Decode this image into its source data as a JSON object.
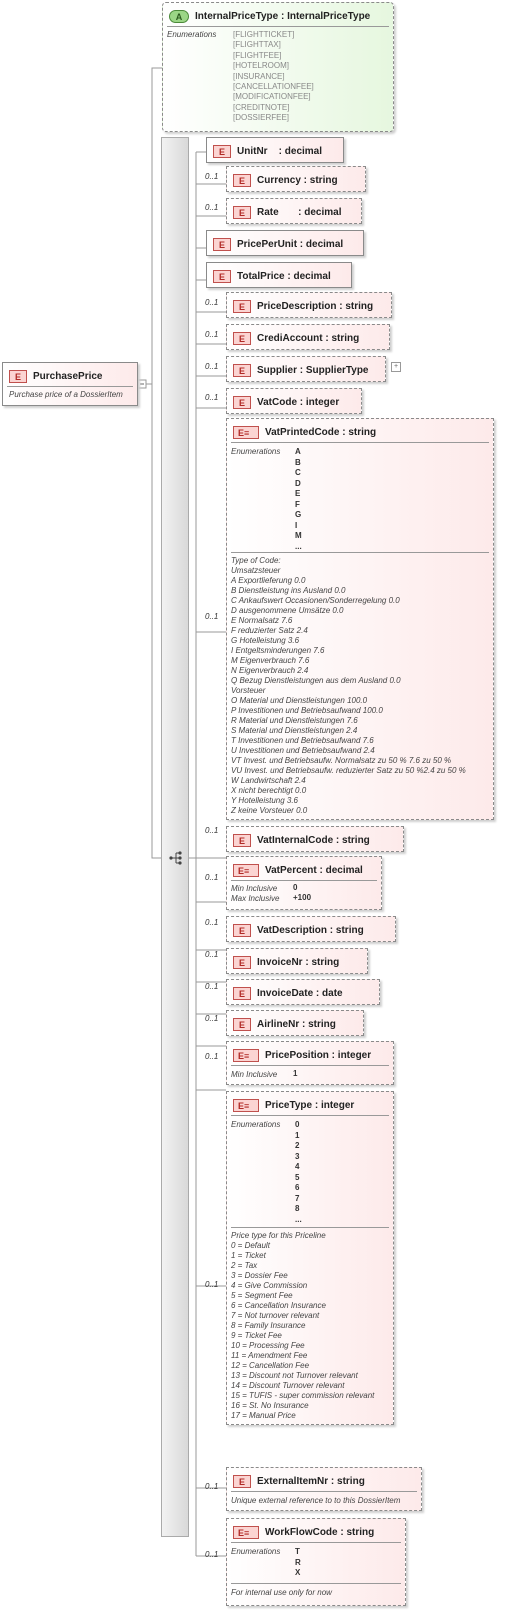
{
  "root": {
    "badge": "E",
    "name": "PurchasePrice",
    "doc": "Purchase price of a DossierItem"
  },
  "attribute": {
    "badge": "A",
    "name": "InternalPriceType : InternalPriceType",
    "enum_label": "Enumerations",
    "values": [
      "[FLIGHTTICKET]",
      "[FLIGHTTAX]",
      "[FLIGHTFEE]",
      "[HOTELROOM]",
      "[INSURANCE]",
      "[CANCELLATIONFEE]",
      "[MODIFICATIONFEE]",
      "[CREDITNOTE]",
      "[DOSSIERFEE]"
    ]
  },
  "occ": "0..1",
  "enum_label": "Enumerations",
  "min_inclusive": "Min Inclusive",
  "max_inclusive": "Max Inclusive",
  "el": {
    "unitnr": "UnitNr    : decimal",
    "currency": "Currency : string",
    "rate": "Rate       : decimal",
    "priceperunit": "PricePerUnit : decimal",
    "totalprice": "TotalPrice : decimal",
    "pricedescription": "PriceDescription : string",
    "crediaccount": "CrediAccount : string",
    "supplier": "Supplier : SupplierType",
    "vatcode": "VatCode : integer",
    "vatprintedcode": "VatPrintedCode : string",
    "vatinternalcode": "VatInternalCode : string",
    "vatpercent": "VatPercent : decimal",
    "vatdescription": "VatDescription : string",
    "invoicenr": "InvoiceNr : string",
    "invoicedate": "InvoiceDate : date",
    "airlinenr": "AirlineNr : string",
    "priceposition": "PricePosition : integer",
    "pricetype": "PriceType : integer",
    "externalitemnr": "ExternalItemNr : string",
    "workflowcode": "WorkFlowCode : string"
  },
  "vatprinted": {
    "values": [
      "A",
      "B",
      "C",
      "D",
      "E",
      "F",
      "G",
      "I",
      "M",
      "..."
    ],
    "doc": [
      "Type of Code:",
      "Umsatzsteuer",
      "A Exportlieferung 0.0",
      "B Dienstleistung ins Ausland 0.0",
      "C Ankaufswert Occasionen/Sonderregelung 0.0",
      "D ausgenommene Umsätze 0.0",
      "E Normalsatz 7.6",
      "F reduzierter Satz 2.4",
      "G Hotelleistung 3.6",
      "I Entgeltsminderungen 7.6",
      "M Eigenverbrauch 7.6",
      "N Eigenverbrauch 2.4",
      "Q Bezug Dienstleistungen aus dem Ausland 0.0",
      "Vorsteuer",
      "O Material und Dienstleistungen 100.0",
      "P Investitionen und Betriebsaufwand 100.0",
      "R Material und Dienstleistungen 7.6",
      "S Material und Dienstleistungen 2.4",
      "T Investitionen und Betriebsaufwand 7.6",
      "U Investitionen und Betriebsaufwand 2.4",
      "VT Invest. und Betriebsaufw. Normalsatz zu 50 % 7.6 zu 50 %",
      "VU Invest. und Betriebsaufw. reduzierter Satz zu 50 %2.4 zu 50 %",
      "W Landwirtschaft 2.4",
      "X nicht berechtigt 0.0",
      "Y Hotelleistung 3.6",
      "Z keine Vorsteuer 0.0"
    ]
  },
  "vatpercent": {
    "min": "0",
    "max": "+100"
  },
  "priceposition": {
    "min": "1"
  },
  "pricetype": {
    "values": [
      "0",
      "1",
      "2",
      "3",
      "4",
      "5",
      "6",
      "7",
      "8",
      "..."
    ],
    "doc": [
      "Price type for this Priceline",
      "0 = Default",
      "1 = Ticket",
      "2 = Tax",
      "3 = Dossier Fee",
      "4 = Give Commission",
      "5 = Segment Fee",
      "6 = Cancellation Insurance",
      "7 = Not turnover relevant",
      "8 = Family Insurance",
      "9 = Ticket Fee",
      "10 = Processing Fee",
      "11 = Amendment Fee",
      "12 = Cancellation Fee",
      "13 = Discount not Turnover relevant",
      "14 = Discount Turnover relevant",
      "15 = TUFIS - super commission relevant",
      "16 = St. No Insurance",
      "17 = Manual Price"
    ]
  },
  "externalitemnr": {
    "doc": "Unique external reference to to this DossierItem"
  },
  "workflowcode": {
    "values": [
      "T",
      "R",
      "X"
    ],
    "doc": "For internal use only for now"
  },
  "colors": {
    "element_border": "#c0504d",
    "element_fill": "#fbd4d2",
    "attribute_fill": "#9bd686",
    "box_gradient_end": "#fdeaea"
  }
}
